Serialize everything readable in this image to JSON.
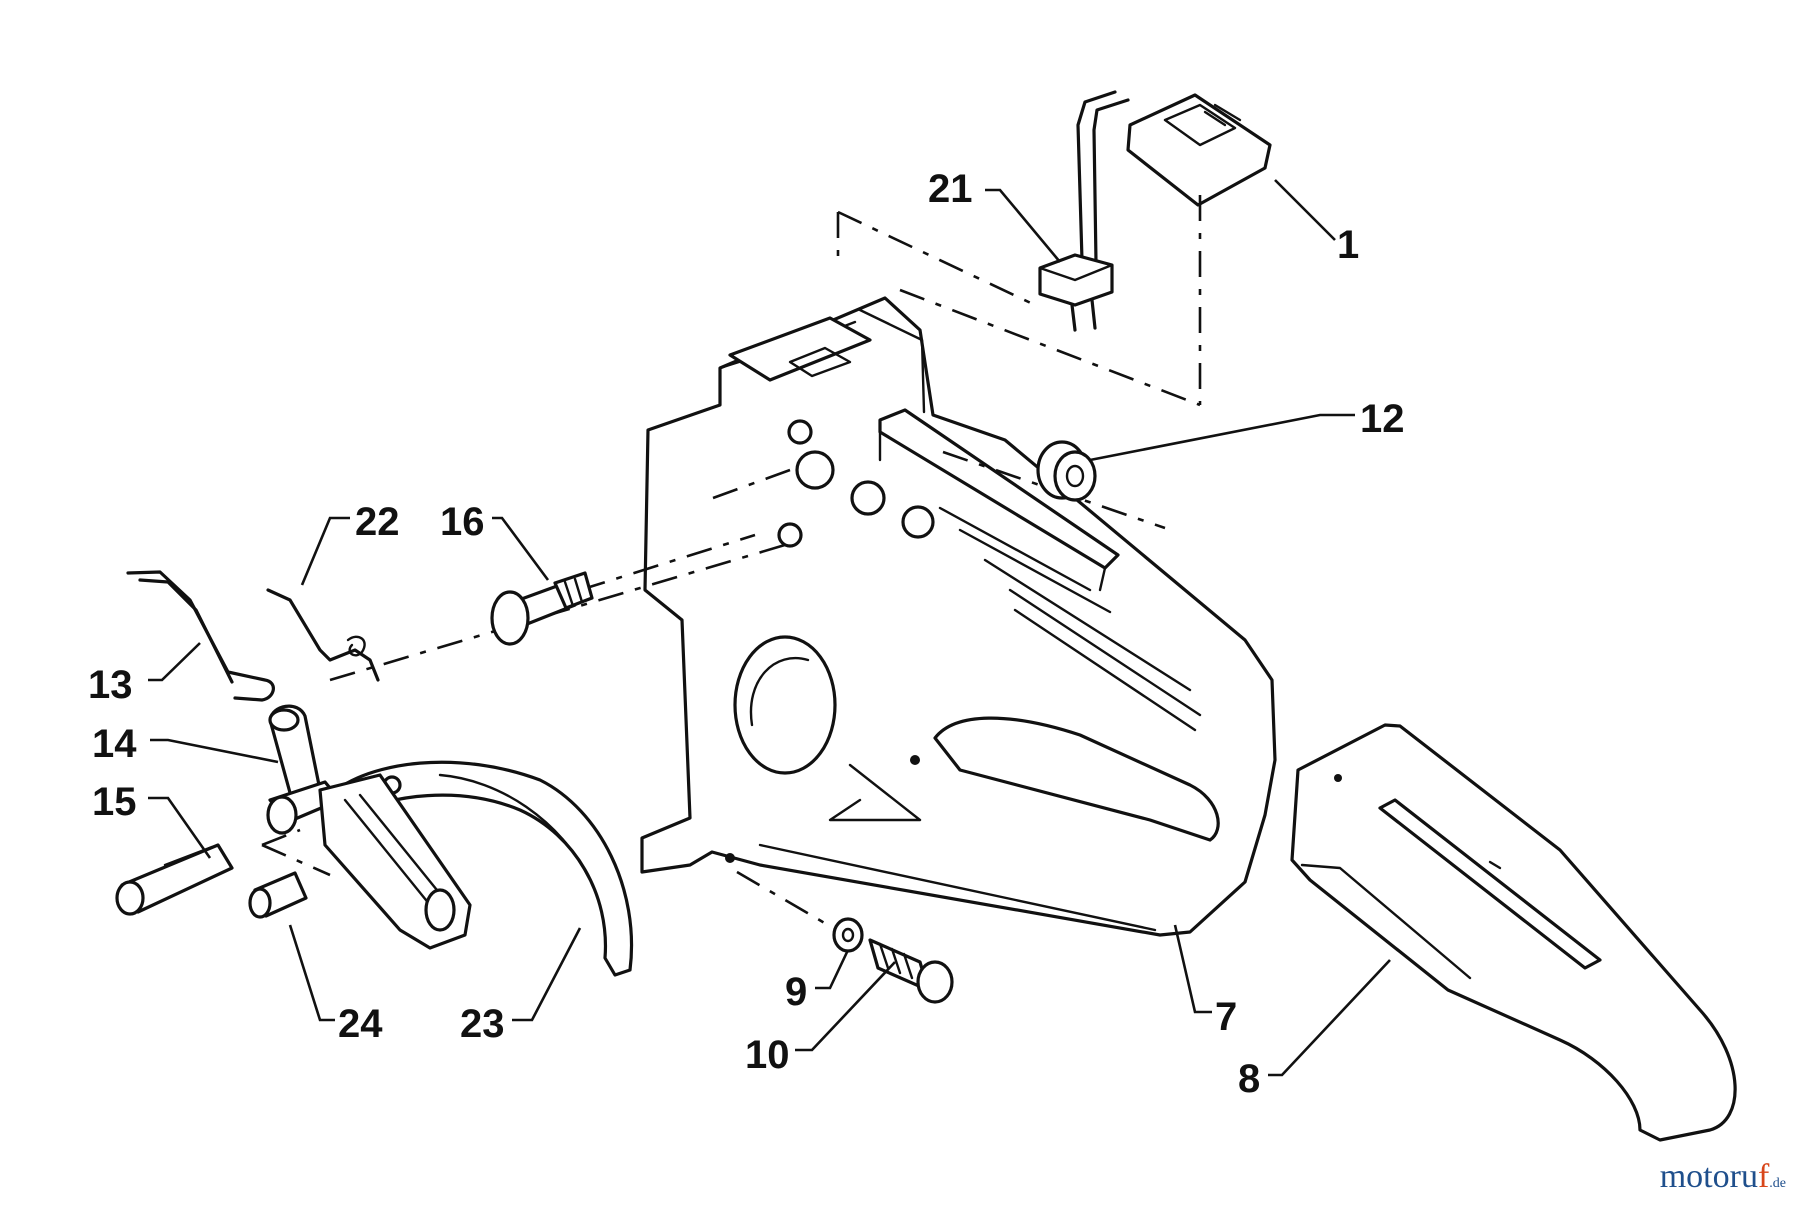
{
  "diagram": {
    "callouts": [
      {
        "id": "c1",
        "label": "1"
      },
      {
        "id": "c21",
        "label": "21"
      },
      {
        "id": "c12",
        "label": "12"
      },
      {
        "id": "c22",
        "label": "22"
      },
      {
        "id": "c16",
        "label": "16"
      },
      {
        "id": "c13",
        "label": "13"
      },
      {
        "id": "c14",
        "label": "14"
      },
      {
        "id": "c15",
        "label": "15"
      },
      {
        "id": "c24",
        "label": "24"
      },
      {
        "id": "c23",
        "label": "23"
      },
      {
        "id": "c9",
        "label": "9"
      },
      {
        "id": "c10",
        "label": "10"
      },
      {
        "id": "c7",
        "label": "7"
      },
      {
        "id": "c8",
        "label": "8"
      }
    ]
  },
  "watermark": {
    "main": "motoru",
    "accent": "f",
    "tld": ".de"
  }
}
